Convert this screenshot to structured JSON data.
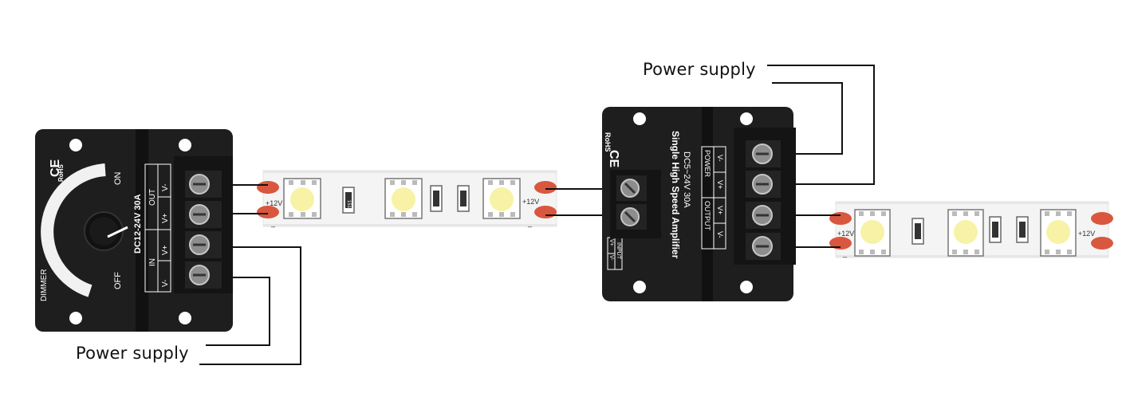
{
  "power_supply_left": "Power supply",
  "power_supply_right": "Power supply",
  "dimmer": {
    "ce": "CE",
    "rohs": "RoHS",
    "on": "ON",
    "off": "OFF",
    "dimmer": "DIMMER",
    "rating": "DC12-24V 30A",
    "in": "IN",
    "out": "OUT",
    "v_minus": "V-",
    "v_plus": "V+"
  },
  "amplifier": {
    "ce": "CE",
    "rohs": "RoHS",
    "title": "Single High Speed Amplifier",
    "rating": "DC5~24V 30A",
    "output": "OUTPUT",
    "power": "POWER",
    "input": "INPUT",
    "v_minus": "V-",
    "v_plus": "V+"
  },
  "strip": {
    "plus12v": "+12V",
    "minus": "_",
    "resistor": "151"
  },
  "colors": {
    "device": "#1e1e1e",
    "wire": "#111111",
    "pad": "#d9573f",
    "led": "#f7f2a6"
  }
}
